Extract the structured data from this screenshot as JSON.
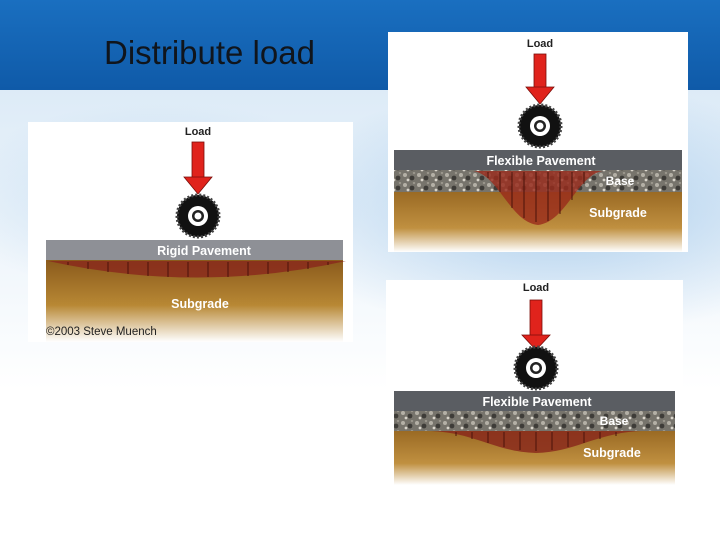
{
  "slide": {
    "title": "Distribute load",
    "copyright": "©2003 Steve Muench"
  },
  "diagrams": {
    "rigid": {
      "load_label": "Load",
      "pavement_label": "Rigid Pavement",
      "subgrade_label": "Subgrade"
    },
    "flexible_top": {
      "load_label": "Load",
      "pavement_label": "Flexible Pavement",
      "base_label": "Base",
      "subgrade_label": "Subgrade"
    },
    "flexible_bottom": {
      "load_label": "Load",
      "pavement_label": "Flexible Pavement",
      "base_label": "Base",
      "subgrade_label": "Subgrade"
    }
  },
  "colors": {
    "header_blue": "#1565b8",
    "arrow_red": "#e0231c",
    "pavement_gray": "#5a5d62",
    "rigid_gray": "#8e9096",
    "subgrade_brown": "#a8762c",
    "pressure_red": "#8a2a1c"
  }
}
